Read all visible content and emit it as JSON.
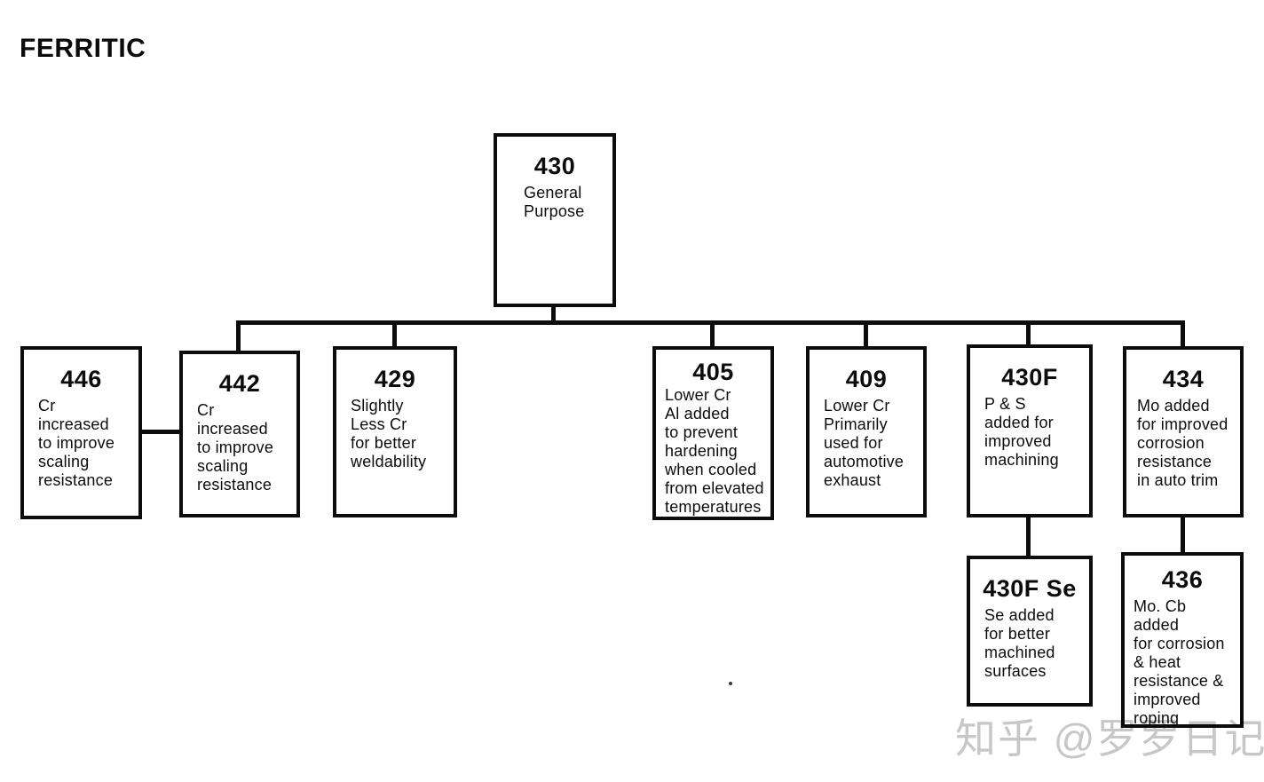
{
  "page": {
    "title": "FERRITIC",
    "watermark": "知乎 @罗罗日记"
  },
  "diagram": {
    "type": "stainless-steel-grade-tree",
    "nodes": {
      "root430": {
        "id": "430",
        "desc": "General\nPurpose"
      },
      "n446": {
        "id": "446",
        "desc": "Cr\nincreased\nto improve\nscaling\nresistance"
      },
      "n442": {
        "id": "442",
        "desc": "Cr\nincreased\nto improve\nscaling\nresistance"
      },
      "n429": {
        "id": "429",
        "desc": "Slightly\nLess Cr\nfor better\nweldability"
      },
      "n405": {
        "id": "405",
        "desc": "Lower Cr\nAl added\nto prevent\nhardening\nwhen cooled\nfrom elevated\ntemperatures"
      },
      "n409": {
        "id": "409",
        "desc": "Lower Cr\nPrimarily\nused for\nautomotive\nexhaust"
      },
      "n430F": {
        "id": "430F",
        "desc": "P & S\nadded for\nimproved\nmachining"
      },
      "n434": {
        "id": "434",
        "desc": "Mo added\nfor improved\ncorrosion\nresistance\nin auto trim"
      },
      "n430FSe": {
        "id": "430F Se",
        "desc": "Se added\nfor better\nmachined\nsurfaces"
      },
      "n436": {
        "id": "436",
        "desc": "Mo. Cb added\nfor corrosion\n& heat\nresistance &\nimproved\nroping"
      }
    },
    "edges": [
      {
        "from": "430",
        "to": "442"
      },
      {
        "from": "430",
        "to": "429"
      },
      {
        "from": "430",
        "to": "405"
      },
      {
        "from": "430",
        "to": "409"
      },
      {
        "from": "430",
        "to": "430F"
      },
      {
        "from": "430",
        "to": "434"
      },
      {
        "from": "442",
        "to": "446",
        "style": "sibling-link"
      },
      {
        "from": "430F",
        "to": "430F Se"
      },
      {
        "from": "434",
        "to": "436"
      }
    ],
    "colors": {
      "line": "#0c0c0c",
      "background": "#ffffff",
      "watermark": "#c7c7c7"
    }
  }
}
